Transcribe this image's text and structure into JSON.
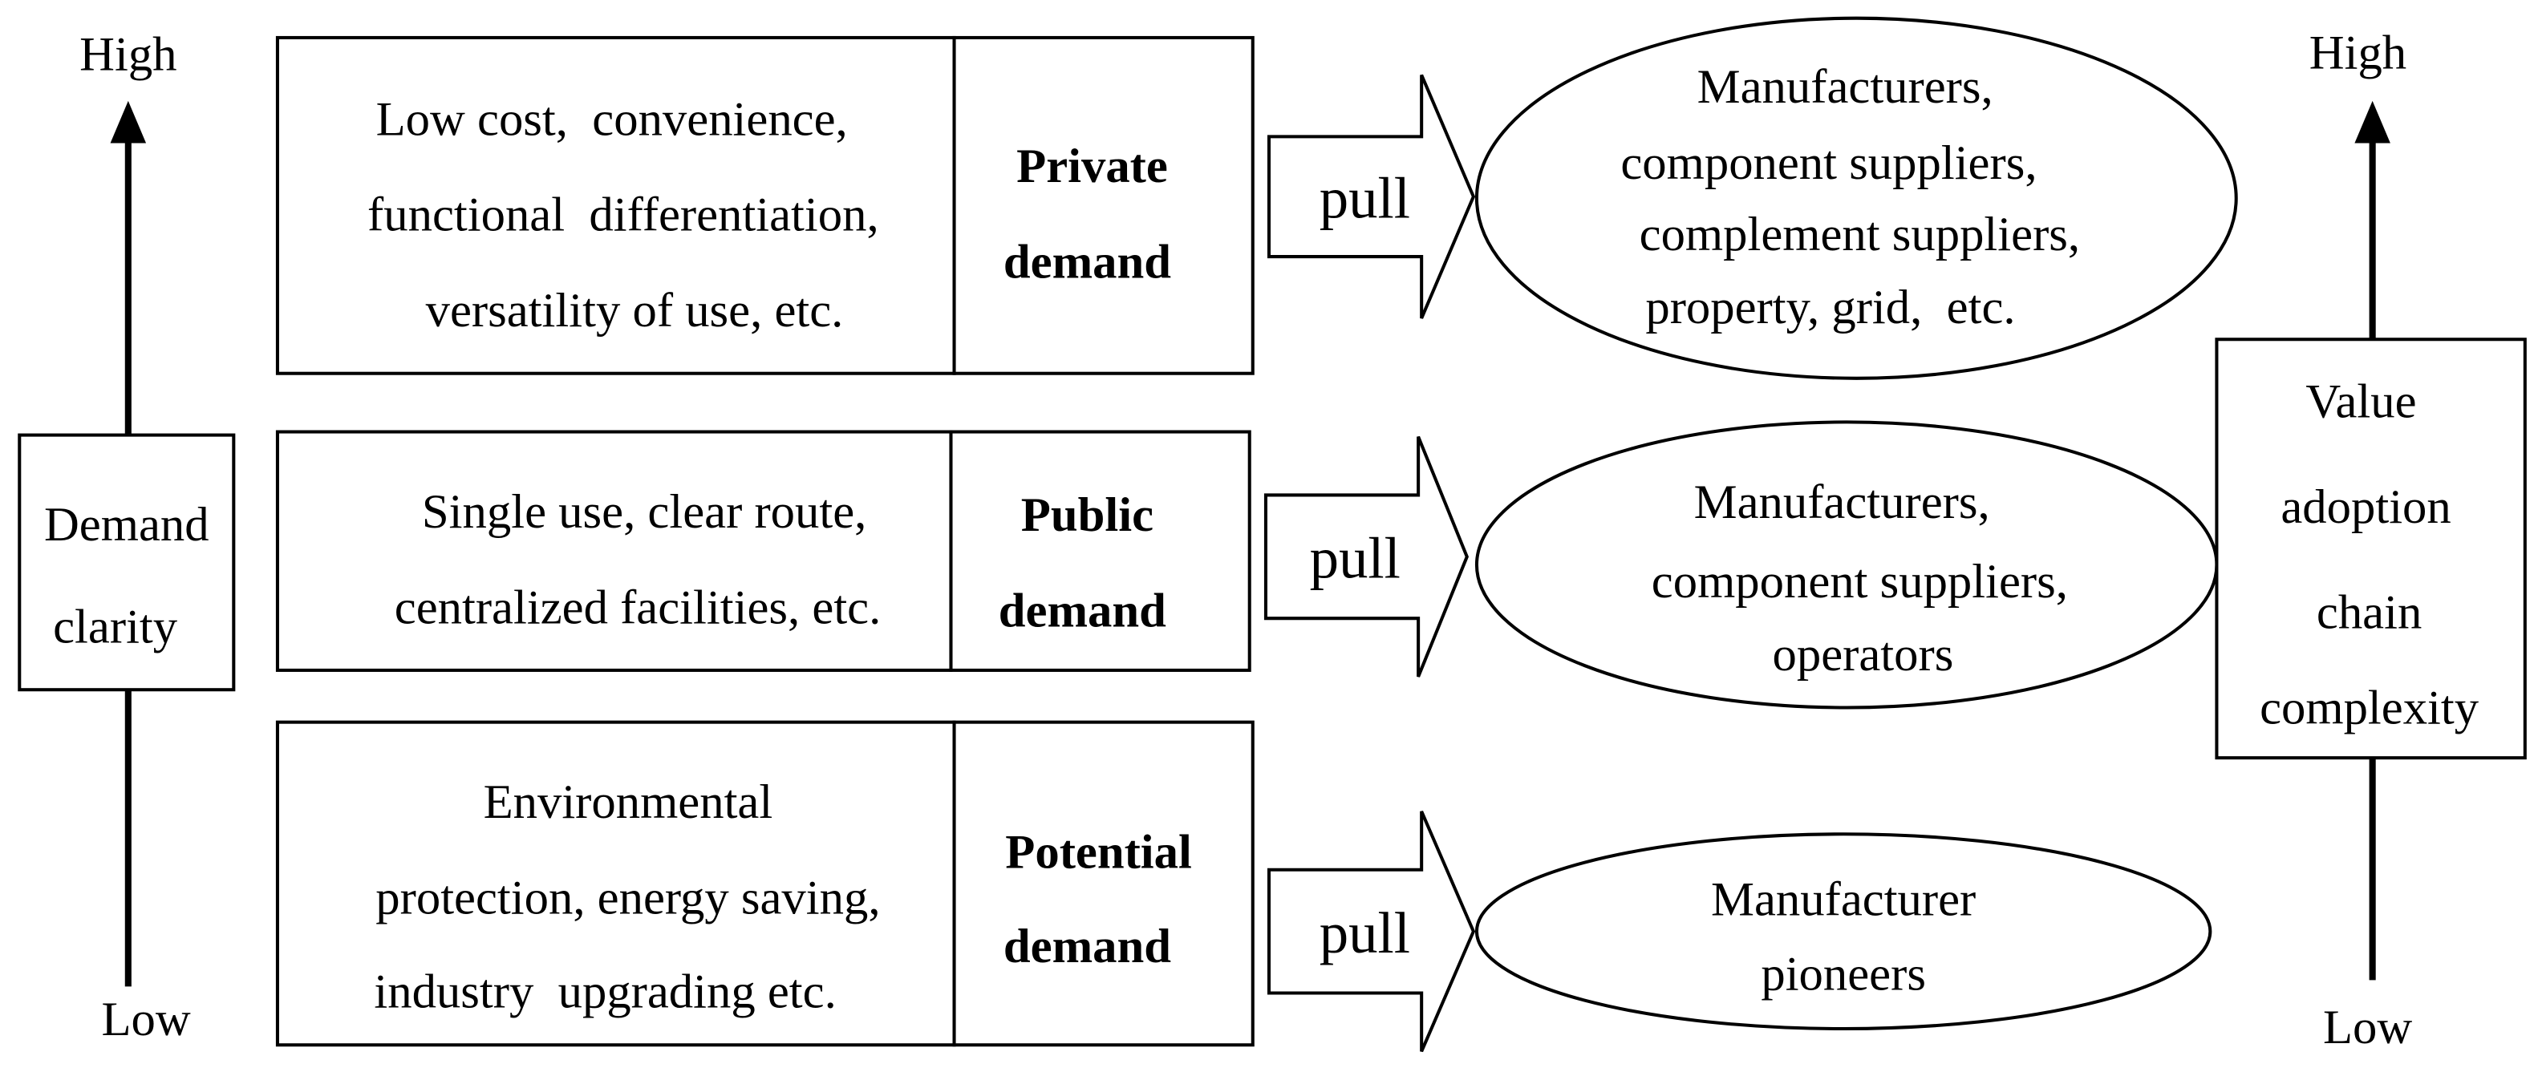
{
  "left_axis": {
    "high_label": "High",
    "low_label": "Low",
    "box_lines": [
      "Demand",
      "clarity"
    ]
  },
  "right_axis": {
    "high_label": "High",
    "low_label": "Low",
    "box_lines": [
      "Value",
      "adoption",
      "chain",
      "complexity"
    ]
  },
  "rows": [
    {
      "description_lines": [
        "Low cost,  convenience,",
        "functional  differentiation,",
        "versatility of use, etc."
      ],
      "demand_lines": [
        "Private",
        "demand"
      ],
      "arrow_label": "pull",
      "actor_lines": [
        "Manufacturers,",
        "component suppliers,",
        "complement suppliers,",
        "property, grid,  etc."
      ]
    },
    {
      "description_lines": [
        "Single use, clear route,",
        "centralized facilities, etc."
      ],
      "demand_lines": [
        "Public",
        "demand"
      ],
      "arrow_label": "pull",
      "actor_lines": [
        "Manufacturers,",
        "component suppliers,",
        "operators"
      ]
    },
    {
      "description_lines": [
        "Environmental",
        "protection, energy saving,",
        "industry  upgrading etc."
      ],
      "demand_lines": [
        "Potential",
        "demand"
      ],
      "arrow_label": "pull",
      "actor_lines": [
        "Manufacturer",
        "pioneers"
      ]
    }
  ]
}
